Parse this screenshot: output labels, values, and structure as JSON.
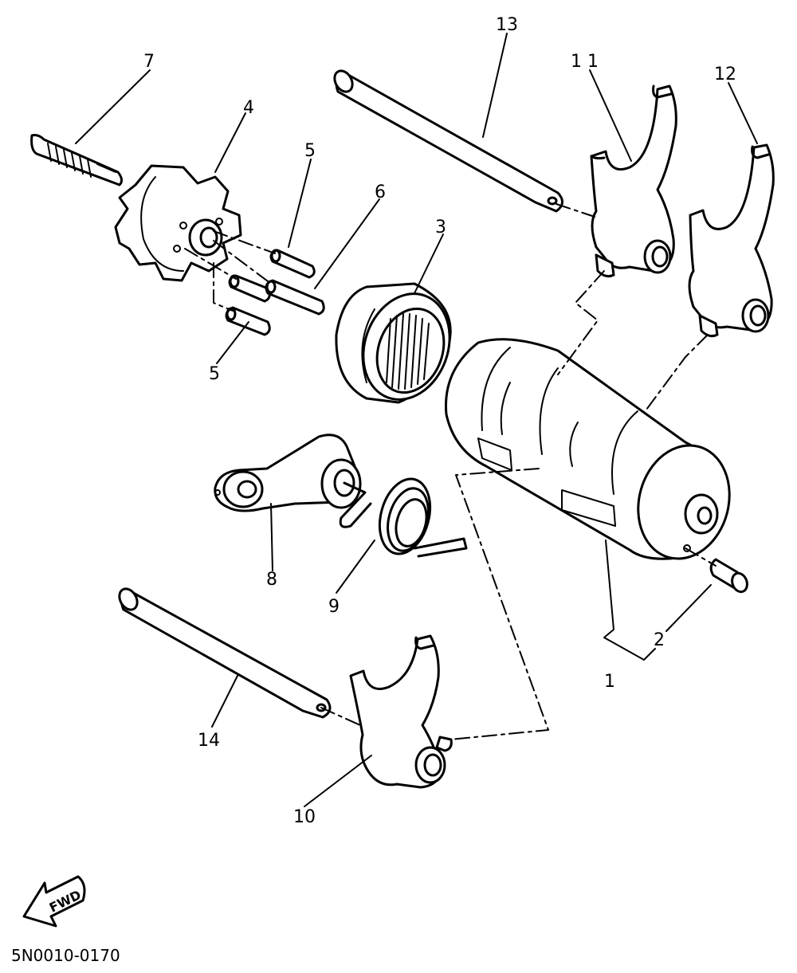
{
  "diagram": {
    "labels": {
      "l1": "1",
      "l2": "2",
      "l3": "3",
      "l4": "4",
      "l5a": "5",
      "l5b": "5",
      "l6": "6",
      "l7": "7",
      "l8": "8",
      "l9": "9",
      "l10": "10",
      "l11": "1 1",
      "l12": "12",
      "l13": "13",
      "l14": "14"
    },
    "fwd": "FWD",
    "code": "5N0010-0170"
  }
}
